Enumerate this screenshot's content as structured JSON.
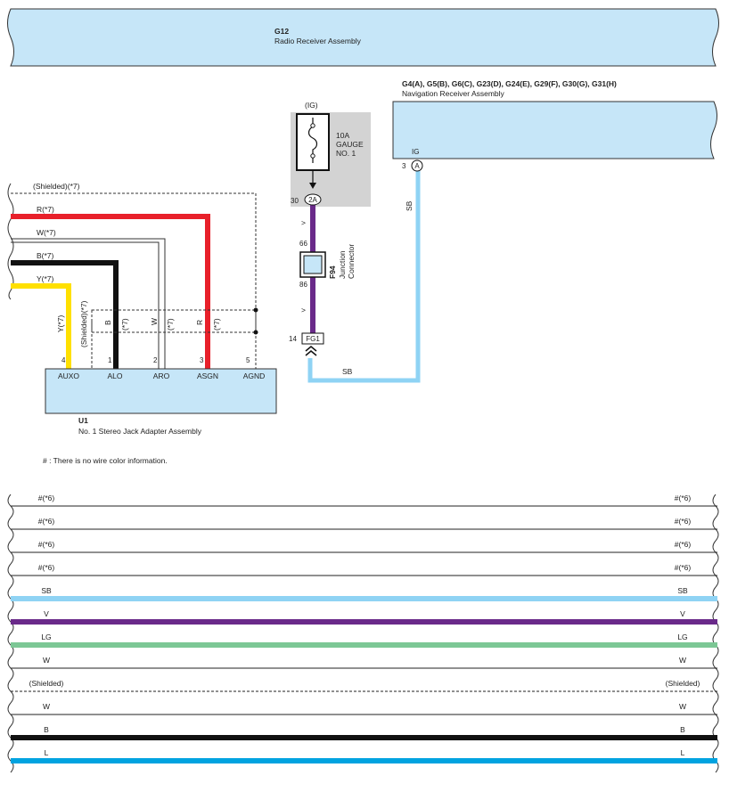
{
  "g12": {
    "code": "G12",
    "name": "Radio Receiver Assembly"
  },
  "nav": {
    "codes": "G4(A), G5(B), G6(C), G23(D), G24(E), G29(F), G30(G), G31(H)",
    "name": "Navigation Receiver Assembly",
    "pin_label": "IG",
    "pin_no": "3",
    "pin_conn": "A"
  },
  "fuse": {
    "ig": "(IG)",
    "rating": "10A",
    "line2": "GAUGE",
    "line3": "NO. 1",
    "pin_no": "30",
    "pin_conn": "2A"
  },
  "junction": {
    "code": "F94",
    "name_line1": "Junction",
    "name_line2": "Connector",
    "pin_top": "66",
    "pin_bottom": "86",
    "arrow1": ">",
    "arrow2": ">"
  },
  "fg1": {
    "pin_no": "14",
    "name": "FG1"
  },
  "wires": {
    "sb_vertical": "SB",
    "sb_horizontal": "SB",
    "shielded_top": "(Shielded)(*7)",
    "r": "R(*7)",
    "w": "W(*7)",
    "b": "B(*7)",
    "y": "Y(*7)",
    "y_vert": "Y(*7)",
    "shield_vert": "(Shielded)(*7)",
    "b_vert": "B",
    "b_vert_note": "(*7)",
    "w_vert": "W",
    "w_vert_note": "(*7)",
    "r_vert": "R",
    "r_vert_note": "(*7)"
  },
  "u1": {
    "code": "U1",
    "name": "No.  1 Stereo Jack Adapter Assembly",
    "pins": [
      {
        "no": "4",
        "label": "AUXO"
      },
      {
        "no": "1",
        "label": "ALO"
      },
      {
        "no": "2",
        "label": "ARO"
      },
      {
        "no": "3",
        "label": "ASGN"
      },
      {
        "no": "5",
        "label": "AGND"
      }
    ]
  },
  "note": "# : There is no wire color information.",
  "bus": [
    {
      "label": "#(*6)",
      "color": "#222222",
      "kind": "thin"
    },
    {
      "label": "#(*6)",
      "color": "#222222",
      "kind": "thin"
    },
    {
      "label": "#(*6)",
      "color": "#222222",
      "kind": "thin"
    },
    {
      "label": "#(*6)",
      "color": "#222222",
      "kind": "thin"
    },
    {
      "label": "SB",
      "color": "#8fd3f4",
      "kind": "thick"
    },
    {
      "label": "V",
      "color": "#6a2a8a",
      "kind": "thick"
    },
    {
      "label": "LG",
      "color": "#7cc795",
      "kind": "thick"
    },
    {
      "label": "W",
      "color": "#222222",
      "kind": "thin"
    },
    {
      "label": "(Shielded)",
      "color": "#222222",
      "kind": "dashed"
    },
    {
      "label": "W",
      "color": "#222222",
      "kind": "thin"
    },
    {
      "label": "B",
      "color": "#111111",
      "kind": "thick"
    },
    {
      "label": "L",
      "color": "#00a3e0",
      "kind": "thick"
    }
  ],
  "colors": {
    "box_fill": "#c6e6f8",
    "fuse_box": "#d3d3d3",
    "red": "#e8202a",
    "black": "#111111",
    "yellow": "#ffe000",
    "violet": "#6a2a8a",
    "sky_blue": "#8fd3f4"
  }
}
